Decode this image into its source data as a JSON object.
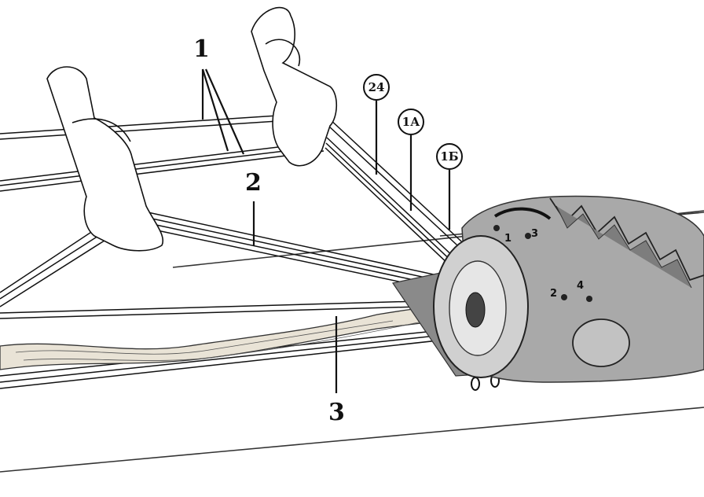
{
  "labels": {
    "line_group_1": "1",
    "line_group_2": "2",
    "line_group_3": "3",
    "circle_24": "24",
    "circle_1a": "1А",
    "circle_1b": "1Б"
  },
  "canopy_marks": {
    "m1": "1",
    "m3": "3",
    "m2": "2",
    "m4": "4"
  },
  "colors": {
    "canopy_fill": "#a9a9a9",
    "canopy_dark": "#7d7d7d",
    "line": "#111111",
    "fabric": "#e9e3d6"
  }
}
